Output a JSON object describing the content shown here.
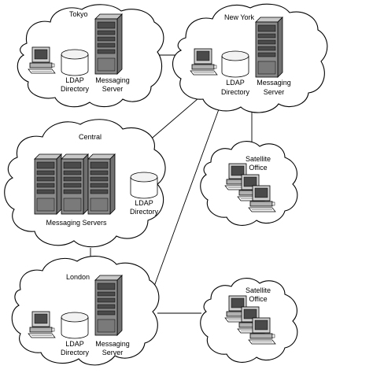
{
  "sites": {
    "tokyo": {
      "name": "Tokyo",
      "ldap_line1": "LDAP",
      "ldap_line2": "Directory",
      "server_line1": "Messaging",
      "server_line2": "Server"
    },
    "new_york": {
      "name": "New York",
      "ldap_line1": "LDAP",
      "ldap_line2": "Directory",
      "server_line1": "Messaging",
      "server_line2": "Server"
    },
    "central": {
      "name": "Central",
      "servers_label": "Messaging Servers",
      "ldap_line1": "LDAP",
      "ldap_line2": "Directory"
    },
    "satellite_1": {
      "line1": "Satellite",
      "line2": "Office"
    },
    "london": {
      "name": "London",
      "ldap_line1": "LDAP",
      "ldap_line2": "Directory",
      "server_line1": "Messaging",
      "server_line2": "Server"
    },
    "satellite_2": {
      "line1": "Satellite",
      "line2": "Office"
    }
  },
  "colors": {
    "stroke": "#000000",
    "background": "#ffffff",
    "server_body": "#8a8a8a",
    "server_front": "#5a5a5a",
    "disk": "#ffffff"
  }
}
